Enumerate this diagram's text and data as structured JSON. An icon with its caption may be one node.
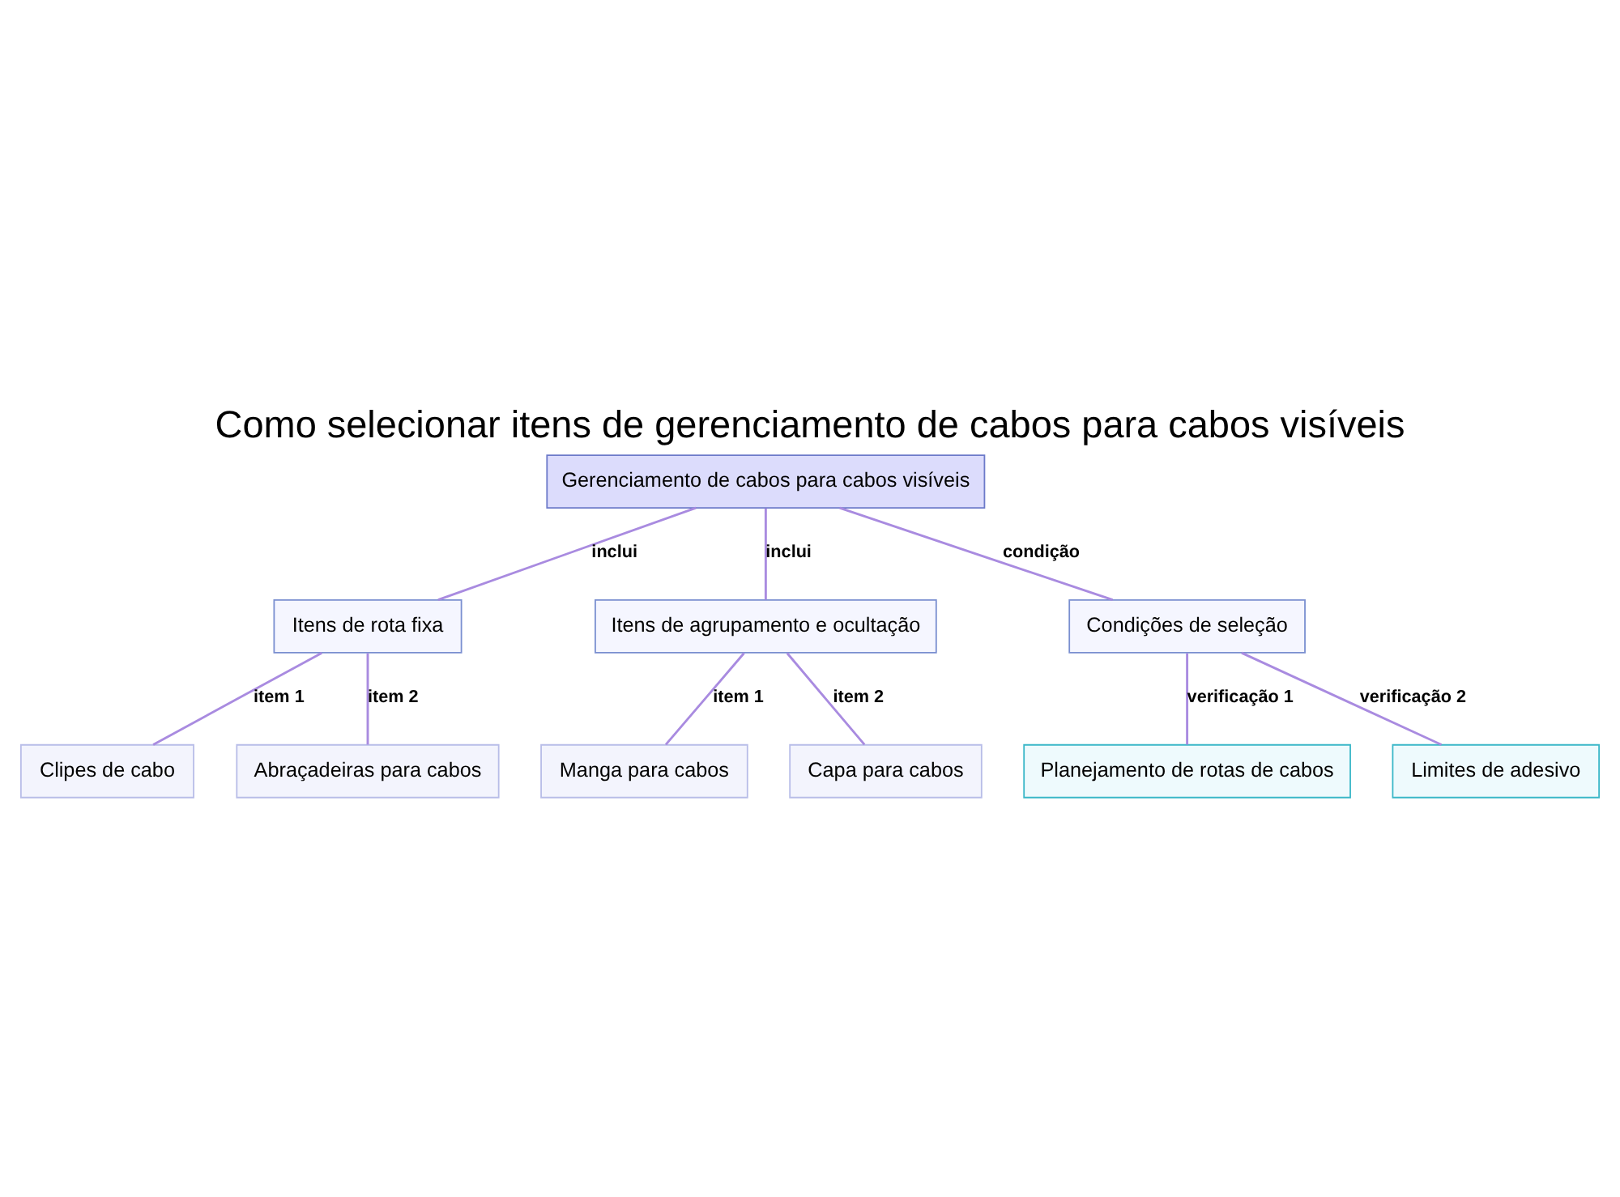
{
  "diagram": {
    "title": "Como selecionar itens de gerenciamento de cabos para cabos visíveis",
    "nodes": [
      {
        "text": [
          "Gerenciamento de cabos para cabos visíveis"
        ]
      },
      {
        "text": [
          "Itens de rota fixa"
        ]
      },
      {
        "text": [
          "Itens de agrupamento e ocultação"
        ]
      },
      {
        "text": [
          "Condições de seleção"
        ]
      },
      {
        "text": [
          "Clipes de cabo"
        ]
      },
      {
        "text": [
          "Abraçadeiras para cabos"
        ]
      },
      {
        "text": [
          "Manga para cabos"
        ]
      },
      {
        "text": [
          "Capa para cabos"
        ]
      },
      {
        "text": [
          "Planejamento de rotas de cabos"
        ]
      },
      {
        "text": [
          "Limites de adesivo"
        ]
      }
    ],
    "edges": [
      {
        "from": 0,
        "to": 1,
        "arrow": "none",
        "label": "inclui"
      },
      {
        "from": 0,
        "to": 2,
        "arrow": "none",
        "label": "inclui"
      },
      {
        "from": 0,
        "to": 3,
        "arrow": "none",
        "label": "condição"
      },
      {
        "from": 1,
        "to": 4,
        "arrow": "none",
        "label": "item 1"
      },
      {
        "from": 1,
        "to": 5,
        "arrow": "none",
        "label": "item 2"
      },
      {
        "from": 2,
        "to": 6,
        "arrow": "none",
        "label": "item 1"
      },
      {
        "from": 2,
        "to": 7,
        "arrow": "none",
        "label": "item 2"
      },
      {
        "from": 3,
        "to": 8,
        "arrow": "none",
        "label": "verificação 1"
      },
      {
        "from": 3,
        "to": 9,
        "arrow": "none",
        "label": "verificação 2"
      }
    ]
  }
}
